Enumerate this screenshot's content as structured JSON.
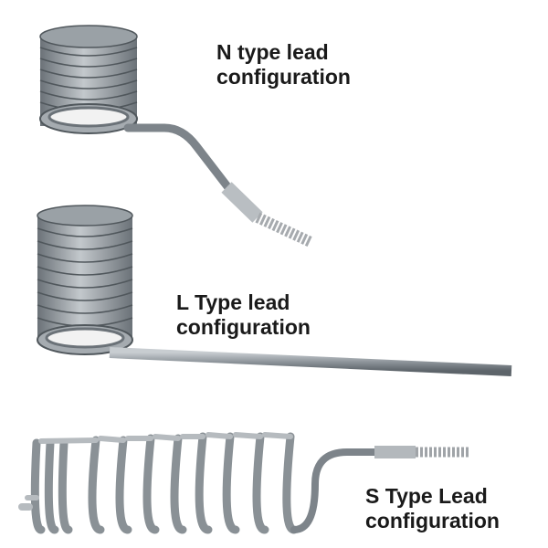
{
  "labels": {
    "n_type": {
      "line1": "N type lead",
      "line2": "configuration"
    },
    "l_type": {
      "line1": "L Type lead",
      "line2": "configuration"
    },
    "s_type": {
      "line1": "S Type Lead",
      "line2": "configuration"
    }
  },
  "colors": {
    "metal": "#8f969c",
    "metal_light": "#c3c8cc",
    "metal_dark": "#5d646a",
    "text": "#1a1a1a"
  }
}
